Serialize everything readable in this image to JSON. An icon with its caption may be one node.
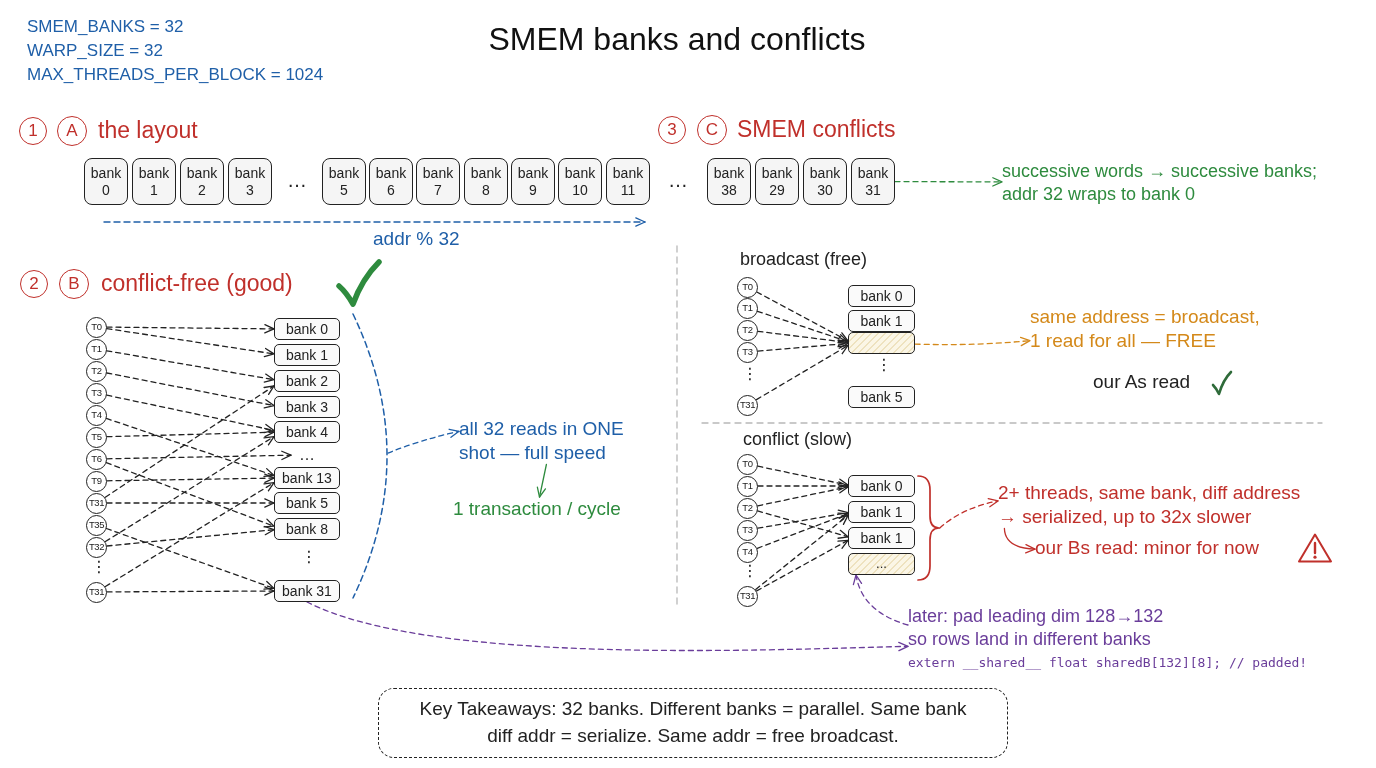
{
  "diagram": {
    "title": "SMEM banks and conflicts",
    "nodes": [
      {
        "text": [
          "1"
        ]
      },
      {
        "text": [
          "A"
        ]
      },
      {
        "text": [
          "3"
        ]
      },
      {
        "text": [
          "C"
        ]
      },
      {
        "text": [
          "bank 0"
        ]
      },
      {
        "text": [
          "bank 1"
        ]
      },
      {
        "text": [
          "bank 2"
        ]
      },
      {
        "text": [
          "bank 3"
        ]
      },
      {
        "text": [
          "bank 5"
        ]
      },
      {
        "text": [
          "bank 6"
        ]
      },
      {
        "text": [
          "bank 7"
        ]
      },
      {
        "text": [
          "bank 8"
        ]
      },
      {
        "text": [
          "bank 9"
        ]
      },
      {
        "text": [
          "bank 10"
        ]
      },
      {
        "text": [
          "bank 11"
        ]
      },
      {
        "text": [
          "bank 38"
        ]
      },
      {
        "text": [
          "bank 29"
        ]
      },
      {
        "text": [
          "bank 30"
        ]
      },
      {
        "text": [
          "bank 31"
        ]
      },
      {
        "text": [
          "successive words → successive banks; addr 32 wraps to bank 0"
        ]
      },
      {
        "text": [
          "2"
        ]
      },
      {
        "text": [
          "B"
        ]
      },
      {
        "text": [
          "T0"
        ]
      },
      {
        "text": [
          "T1"
        ]
      },
      {
        "text": [
          "T2"
        ]
      },
      {
        "text": [
          "T3"
        ]
      },
      {
        "text": [
          "T4"
        ]
      },
      {
        "text": [
          "T5"
        ]
      },
      {
        "text": [
          "T6"
        ]
      },
      {
        "text": [
          "T9"
        ]
      },
      {
        "text": [
          "T31"
        ]
      },
      {
        "text": [
          "T35"
        ]
      },
      {
        "text": [
          "T32"
        ]
      },
      {
        "text": [
          "T31"
        ]
      },
      {
        "text": [
          "bank 0"
        ]
      },
      {
        "text": [
          "bank 1"
        ]
      },
      {
        "text": [
          "bank 2"
        ]
      },
      {
        "text": [
          "bank 3"
        ]
      },
      {
        "text": [
          "bank 4"
        ]
      },
      {
        "text": [
          "…"
        ]
      },
      {
        "text": [
          "bank 13"
        ]
      },
      {
        "text": [
          "bank 5"
        ]
      },
      {
        "text": [
          "bank 8"
        ]
      },
      {
        "text": [
          "bank 31"
        ]
      },
      {
        "text": [
          "all 32 reads in ONE shot — full speed"
        ]
      },
      {
        "text": [
          "1 transaction / cycle"
        ]
      },
      {
        "text": [
          "T0"
        ]
      },
      {
        "text": [
          "T1"
        ]
      },
      {
        "text": [
          "T2"
        ]
      },
      {
        "text": [
          "T3"
        ]
      },
      {
        "text": [
          "T31"
        ]
      },
      {
        "text": [
          "bank 0"
        ]
      },
      {
        "text": [
          "bank 1"
        ]
      },
      {
        "text": [],
        "shape": "box"
      },
      {
        "text": [
          "bank 5"
        ]
      },
      {
        "text": [
          "same address = broadcast, 1 read for all — FREE"
        ]
      },
      {
        "text": [
          "T0"
        ]
      },
      {
        "text": [
          "T1"
        ]
      },
      {
        "text": [
          "T2"
        ]
      },
      {
        "text": [
          "T3"
        ]
      },
      {
        "text": [
          "T4"
        ]
      },
      {
        "text": [
          "T31"
        ]
      },
      {
        "text": [
          "bank 0"
        ]
      },
      {
        "text": [
          "bank 1"
        ]
      },
      {
        "text": [
          "bank 1"
        ]
      },
      {
        "text": [
          "..."
        ]
      },
      {
        "text": [
          "2+ threads, same bank, diff address → serialized, up to 32x slower"
        ]
      },
      {
        "text": [
          "our Bs read: minor for now"
        ]
      },
      {
        "text": [
          "later: pad leading dim 128→132 so rows land in different banks",
          "extern __shared__ float sharedB[132][8]; // padded!"
        ]
      },
      {
        "text": [
          "Key Takeaways: 32 banks. Different banks = parallel. Same bank diff addr = serialize. Same addr = free broadcast."
        ]
      },
      {
        "text": [],
        "shape": "bracket"
      },
      {
        "text": [],
        "shape": "brace"
      }
    ],
    "edges": [
      {
        "from": 18,
        "to": 19,
        "arrow": "to",
        "style": "dashed",
        "color": "#2e8b3e"
      },
      {
        "from": 22,
        "to": 34,
        "arrow": "to",
        "style": "dashed"
      },
      {
        "from": 22,
        "to": 35,
        "arrow": "to",
        "style": "dashed"
      },
      {
        "from": 23,
        "to": 36,
        "arrow": "to",
        "style": "dashed"
      },
      {
        "from": 24,
        "to": 37,
        "arrow": "to",
        "style": "dashed"
      },
      {
        "from": 25,
        "to": 38,
        "arrow": "to",
        "style": "dashed"
      },
      {
        "from": 26,
        "to": 40,
        "arrow": "to",
        "style": "dashed"
      },
      {
        "from": 27,
        "to": 38,
        "arrow": "to",
        "style": "dashed"
      },
      {
        "from": 28,
        "to": 39,
        "arrow": "to",
        "style": "dashed"
      },
      {
        "from": 28,
        "to": 42,
        "arrow": "to",
        "style": "dashed"
      },
      {
        "from": 29,
        "to": 40,
        "arrow": "to",
        "style": "dashed"
      },
      {
        "from": 30,
        "to": 41,
        "arrow": "to",
        "style": "dashed"
      },
      {
        "from": 30,
        "to": 36,
        "arrow": "to",
        "style": "dashed"
      },
      {
        "from": 31,
        "to": 43,
        "arrow": "to",
        "style": "dashed"
      },
      {
        "from": 32,
        "to": 42,
        "arrow": "to",
        "style": "dashed"
      },
      {
        "from": 32,
        "to": 38,
        "arrow": "to",
        "style": "dashed"
      },
      {
        "from": 33,
        "to": 43,
        "arrow": "to",
        "style": "dashed"
      },
      {
        "from": 33,
        "to": 40,
        "arrow": "to",
        "style": "dashed"
      },
      {
        "from": 70,
        "to": 44,
        "arrow": "to",
        "style": "dashed",
        "color": "#1f5fa8"
      },
      {
        "from": 44,
        "to": 45,
        "arrow": "to",
        "color": "#2e8b3e"
      },
      {
        "from": 46,
        "to": 53,
        "arrow": "to",
        "style": "dashed"
      },
      {
        "from": 47,
        "to": 53,
        "arrow": "to",
        "style": "dashed"
      },
      {
        "from": 48,
        "to": 53,
        "arrow": "to",
        "style": "dashed"
      },
      {
        "from": 49,
        "to": 53,
        "arrow": "to",
        "style": "dashed"
      },
      {
        "from": 50,
        "to": 53,
        "arrow": "to",
        "style": "dashed"
      },
      {
        "from": 53,
        "to": 55,
        "arrow": "to",
        "style": "dashed",
        "color": "#d4891a"
      },
      {
        "from": 56,
        "to": 62,
        "arrow": "to",
        "style": "dashed"
      },
      {
        "from": 57,
        "to": 62,
        "arrow": "to",
        "style": "dashed"
      },
      {
        "from": 58,
        "to": 62,
        "arrow": "to",
        "style": "dashed"
      },
      {
        "from": 58,
        "to": 64,
        "arrow": "to",
        "style": "dashed"
      },
      {
        "from": 59,
        "to": 63,
        "arrow": "to",
        "style": "dashed"
      },
      {
        "from": 60,
        "to": 63,
        "arrow": "to",
        "style": "dashed"
      },
      {
        "from": 61,
        "to": 64,
        "arrow": "to",
        "style": "dashed"
      },
      {
        "from": 61,
        "to": 63,
        "arrow": "to",
        "style": "dashed"
      },
      {
        "from": 71,
        "to": 66,
        "arrow": "to",
        "style": "dashed",
        "color": "#c0302b"
      },
      {
        "from": 66,
        "to": 67,
        "arrow": "to",
        "color": "#c0302b"
      },
      {
        "from": 43,
        "to": 68,
        "arrow": "to",
        "style": "dashed",
        "color": "#6a3d9a"
      },
      {
        "from": 68,
        "to": 65,
        "arrow": "to",
        "style": "dashed",
        "color": "#6a3d9a"
      }
    ],
    "labels": [
      "SMEM_BANKS = 32",
      "WARP_SIZE = 32",
      "MAX_THREADS_PER_BLOCK = 1024",
      "the layout",
      "SMEM conflicts",
      "…",
      "…",
      "addr % 32",
      "conflict-free (good)",
      "⋮",
      "⋮",
      "broadcast (free)",
      "⋮",
      "⋮",
      "our As read",
      "conflict (slow)",
      "⋮"
    ]
  }
}
